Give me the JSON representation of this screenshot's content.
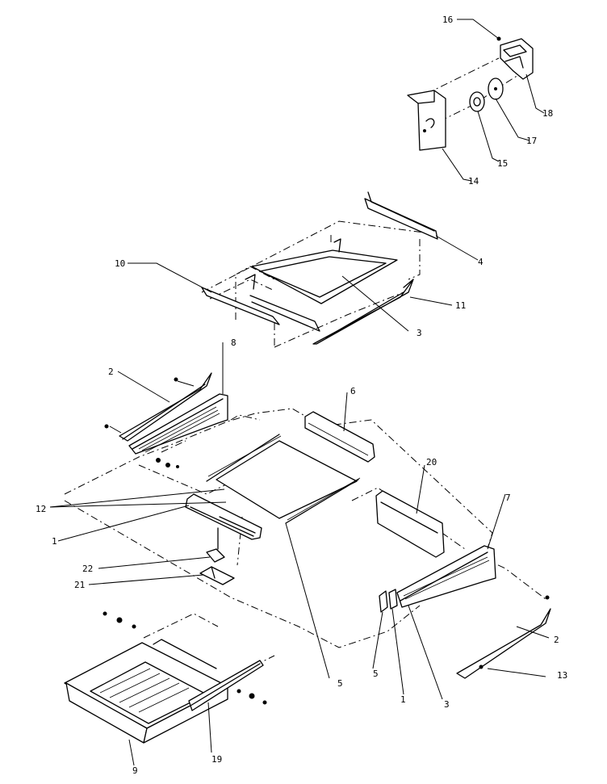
{
  "callouts": {
    "c16": "16",
    "c18": "18",
    "c17": "17",
    "c15": "15",
    "c14": "14",
    "c4": "4",
    "c10": "10",
    "c11": "11",
    "c3_top": "3",
    "c8": "8",
    "c2_left": "2",
    "c6": "6",
    "c20": "20",
    "c12": "12",
    "c1_left": "1",
    "c7": "7",
    "c22": "22",
    "c21": "21",
    "c2_right": "2",
    "c13": "13",
    "c5_mid": "5",
    "c5_left": "5",
    "c1_right": "1",
    "c3_bottom": "3",
    "c9": "9",
    "c19": "19"
  }
}
